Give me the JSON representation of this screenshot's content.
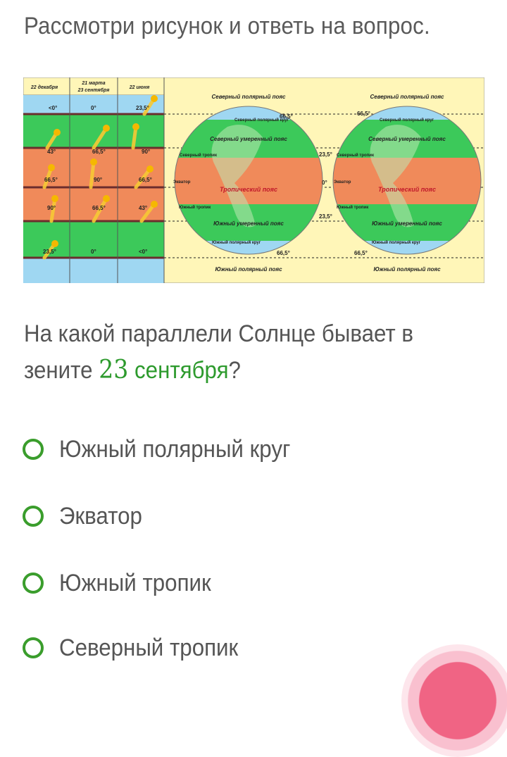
{
  "instruction": "Рассмотри рисунок и ответь на вопрос.",
  "figure": {
    "columns": [
      "22 декабря",
      "21 марта",
      "23 сентября",
      "22 июня"
    ],
    "col1": [
      "<0°",
      "43°",
      "66,5°",
      "90°",
      "23,5°"
    ],
    "col2": [
      "0°",
      "66,5°",
      "90°",
      "66,5°",
      "0°"
    ],
    "col3": [
      "23,5°",
      "90°",
      "66,5°",
      "43°",
      "<0°"
    ],
    "globe": {
      "north_polar": "Северный полярный пояс",
      "north_circle": "Северный полярный круг",
      "north_temperate": "Северный умеренный пояс",
      "north_tropic": "Северный тропик",
      "equator": "Экватор",
      "tropical": "Тропический пояс",
      "south_tropic": "Южный тропик",
      "south_temperate": "Южный умеренный пояс",
      "south_circle": "Южный полярный круг",
      "south_polar": "Южный полярный пояс",
      "lat_polar": "66,5°",
      "lat_tropic": "23,5°",
      "lat_equator": "0°"
    }
  },
  "question": {
    "prefix": "На какой параллели Солнце бывает в зените",
    "date_number": "23",
    "date_word": "сентября",
    "suffix": "?"
  },
  "options": [
    {
      "label": "Южный полярный круг"
    },
    {
      "label": "Экватор"
    },
    {
      "label": "Южный тропик"
    },
    {
      "label": "Северный тропик"
    }
  ],
  "colors": {
    "accent": "#3a9d2c",
    "zone_green": "#3cc95a",
    "zone_orange": "#f08a5a",
    "zone_blue": "#8fd0f0",
    "panel_bg": "#fff6b8"
  }
}
